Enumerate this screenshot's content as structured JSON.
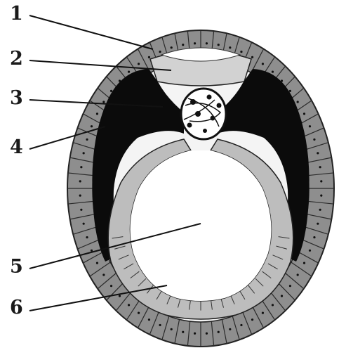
{
  "labels": [
    {
      "id": "1",
      "text": "1"
    },
    {
      "id": "2",
      "text": "2"
    },
    {
      "id": "3",
      "text": "3"
    },
    {
      "id": "4",
      "text": "4"
    },
    {
      "id": "5",
      "text": "5"
    },
    {
      "id": "6",
      "text": "6"
    }
  ],
  "colors": {
    "outer_cells": "#8e8e8e",
    "outer_cell_light": "#a8a8a8",
    "top_cells": "#d2d2d2",
    "dark_band": "#0b0b0b",
    "inner_cells": "#bdbdbd",
    "cavity": "#ffffff",
    "line": "#111111"
  }
}
